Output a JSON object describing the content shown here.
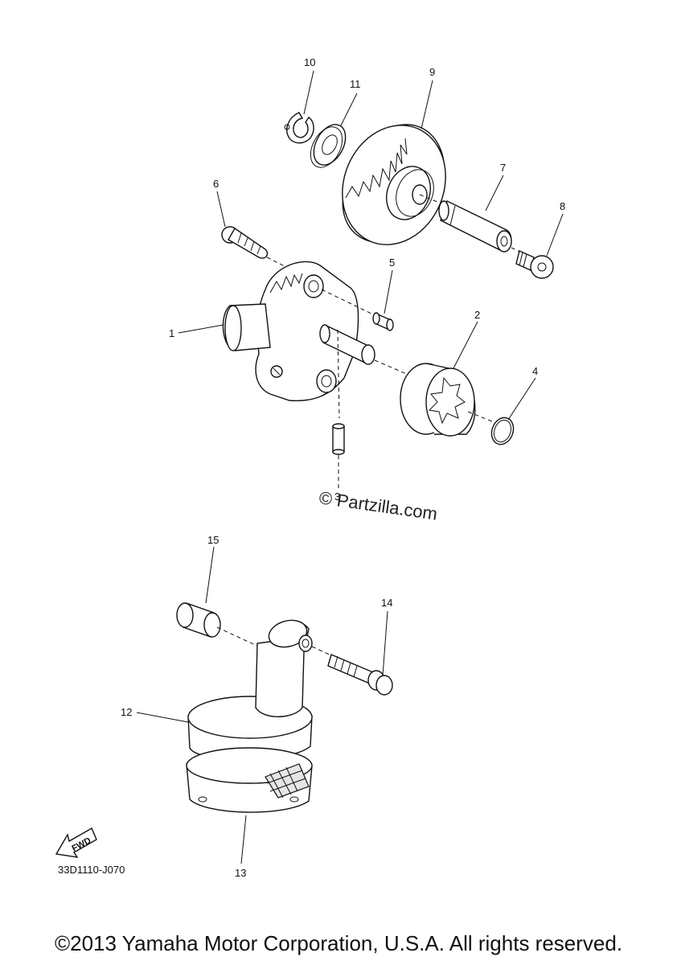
{
  "diagram": {
    "callouts": {
      "c1": "1",
      "c2": "2",
      "c3": "3",
      "c4": "4",
      "c5": "5",
      "c6": "6",
      "c7": "7",
      "c8": "8",
      "c9": "9",
      "c10": "10",
      "c11": "11",
      "c12": "12",
      "c13": "13",
      "c14": "14",
      "c15": "15"
    },
    "diagram_code": "33D1110-J070",
    "direction_marker": "FWD",
    "watermark": "© Partzilla.com"
  },
  "footer": {
    "copyright": "©2013 Yamaha Motor Corporation, U.S.A. All rights reserved."
  },
  "icons": {
    "direction_marker": "fwd-arrow-icon"
  }
}
